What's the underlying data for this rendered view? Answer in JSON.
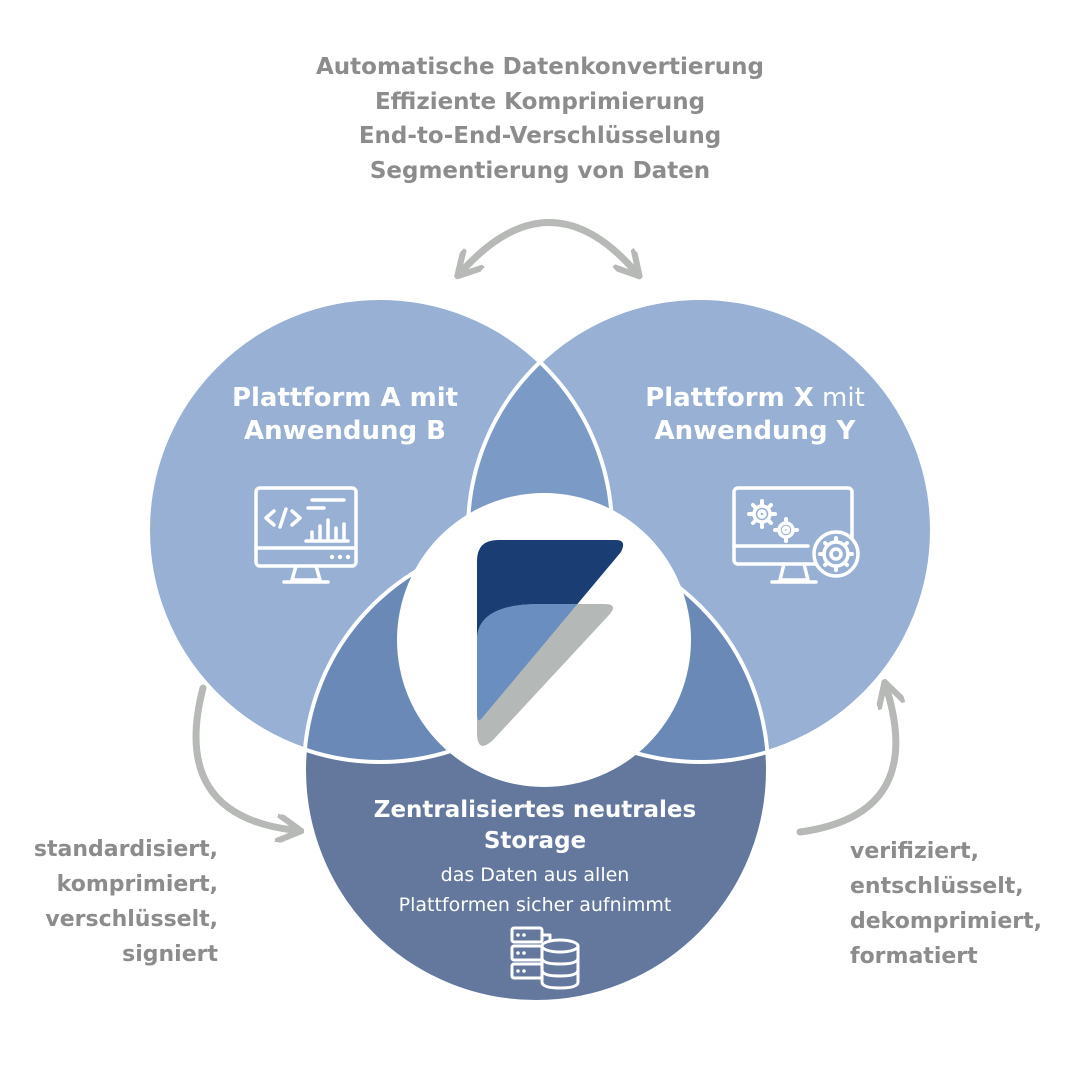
{
  "colors": {
    "circle_platform": "#97b0d3",
    "lens_top": "#7b9bc6",
    "lens_bottom": "#6a89b6",
    "circle_storage": "#64789d",
    "center": "#ffffff",
    "outline": "#ffffff",
    "arrow": "#b6b9b6",
    "text_gray": "#8c8c8c",
    "logo_dark": "#1a3e74",
    "logo_mid": "#6a8ebf",
    "logo_gray": "#b4b8b6"
  },
  "features": [
    "Automatische Datenkonvertierung",
    "Effiziente Komprimierung",
    "End-to-End-Verschlüsselung",
    "Segmentierung von Daten"
  ],
  "platform_a": {
    "line1": "Plattform A mit",
    "line2": "Anwendung B",
    "icon": "code-analytics-monitor-icon"
  },
  "platform_x": {
    "line1_bold": "Plattform X",
    "line1_light": "mit",
    "line2": "Anwendung Y",
    "icon": "settings-monitor-icon"
  },
  "storage": {
    "title_line1": "Zentralisiertes neutrales",
    "title_line2": "Storage",
    "sub_line1": "das Daten aus allen",
    "sub_line2": "Plattformen sicher aufnimmt",
    "icon": "server-database-icon"
  },
  "left_steps": [
    "standardisiert,",
    "komprimiert,",
    "verschlüsselt,",
    "signiert"
  ],
  "right_steps": [
    "verifiziert,",
    "entschlüsselt,",
    "dekomprimiert,",
    "formatiert"
  ],
  "center_logo": "brand-logo-icon"
}
